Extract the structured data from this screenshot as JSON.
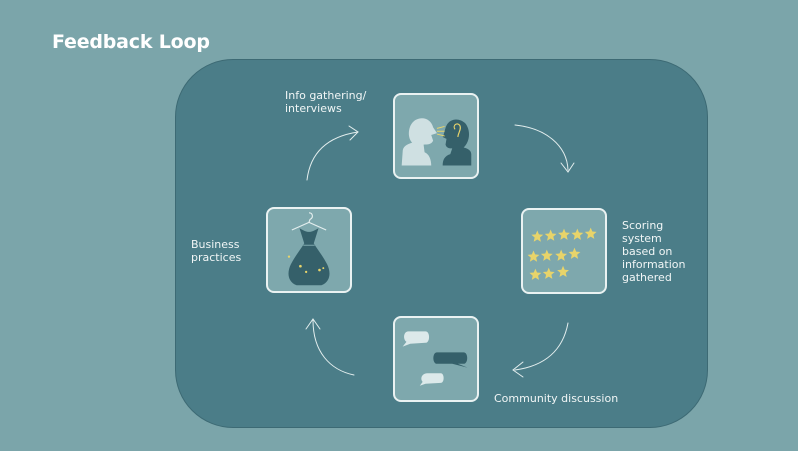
{
  "title": "Feedback Loop",
  "stages": {
    "info": "Info gathering/\ninterviews",
    "scoring": "Scoring\nsystem\nbased on\ninformation\ngathered",
    "community": "Community discussion",
    "business": "Business\npractices"
  },
  "colors": {
    "background": "#7ba5aa",
    "panel": "#4b7d88",
    "node_fill": "#7ea8ad",
    "accent_yellow": "#e8d46a"
  },
  "icons": {
    "info": "two-heads-talking-icon",
    "scoring": "star-rating-icon",
    "community": "speech-bubbles-icon",
    "business": "hanger-dress-icon"
  }
}
